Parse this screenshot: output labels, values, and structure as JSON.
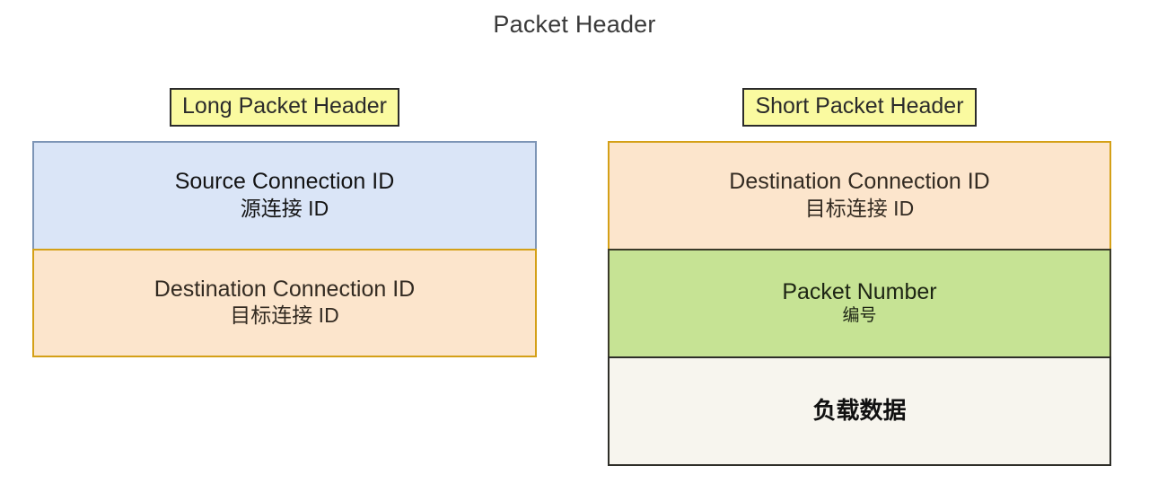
{
  "page": {
    "title": "Packet Header",
    "background_color": "#ffffff"
  },
  "colors": {
    "label_fill": "#fafaa0",
    "label_border": "#2b2b2b",
    "blue_fill": "#dae5f7",
    "blue_border": "#7d95b6",
    "orange_fill": "#fce5cc",
    "orange_border": "#d4a017",
    "green_fill": "#c6e394",
    "green_border": "#3a3a28",
    "cream_fill": "#f7f5ee",
    "cream_border": "#2e2e28",
    "title_text": "#3a3a3a"
  },
  "columns": [
    {
      "id": "long-packet-header",
      "label": "Long Packet Header",
      "fields": [
        {
          "id": "source-connection-id",
          "en": "Source Connection ID",
          "zh": "源连接 ID",
          "fill": "#dae5f7",
          "border": "#7d95b6"
        },
        {
          "id": "destination-connection-id",
          "en": "Destination Connection ID",
          "zh": "目标连接 ID",
          "fill": "#fce5cc",
          "border": "#d4a017"
        }
      ]
    },
    {
      "id": "short-packet-header",
      "label": "Short Packet Header",
      "fields": [
        {
          "id": "destination-connection-id",
          "en": "Destination Connection ID",
          "zh": "目标连接 ID",
          "fill": "#fce5cc",
          "border": "#d4a017"
        },
        {
          "id": "packet-number",
          "en": "Packet Number",
          "zh": "编号",
          "fill": "#c6e394",
          "border": "#3a3a28"
        },
        {
          "id": "payload-data",
          "en": "",
          "zh": "负载数据",
          "fill": "#f7f5ee",
          "border": "#2e2e28"
        }
      ]
    }
  ]
}
